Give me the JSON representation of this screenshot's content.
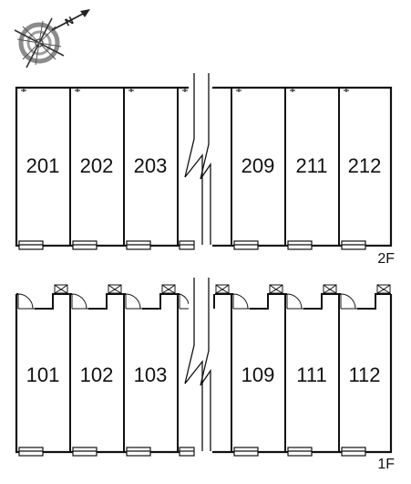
{
  "compass": {
    "label": "N"
  },
  "floors": [
    {
      "label": "2F",
      "units": [
        "201",
        "202",
        "203",
        "209",
        "211",
        "212"
      ]
    },
    {
      "label": "1F",
      "units": [
        "101",
        "102",
        "103",
        "109",
        "111",
        "112"
      ]
    }
  ],
  "colors": {
    "line": "#111111",
    "compass_ring": "#9a9a9a",
    "background": "#ffffff"
  }
}
